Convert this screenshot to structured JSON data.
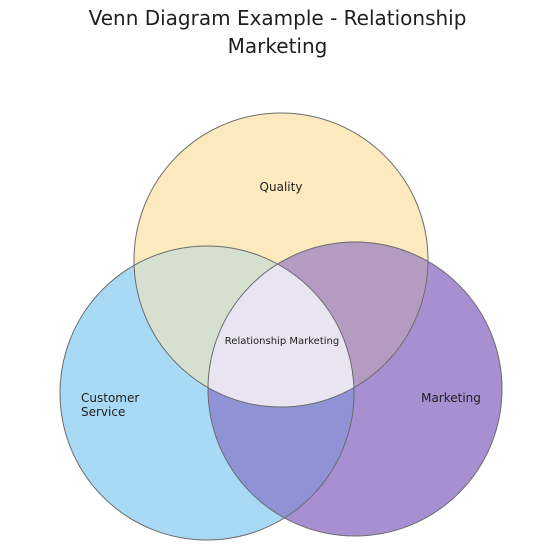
{
  "title": {
    "line1": "Venn Diagram Example - Relationship",
    "line2": "Marketing"
  },
  "sets": [
    {
      "key": "quality",
      "label": "Quality",
      "color": "#fde9be"
    },
    {
      "key": "customer_service",
      "label_line1": "Customer",
      "label_line2": "Service",
      "color": "#a9daf5"
    },
    {
      "key": "marketing",
      "label": "Marketing",
      "color": "#a88fd2"
    }
  ],
  "center_label": "Relationship Marketing",
  "region_colors": {
    "quality_customer": "#d6e0cf",
    "quality_marketing": "#b39bc1",
    "customer_marketing": "#8f93d6",
    "all_three": "#e9e4f1",
    "outline": "#6b6b6b"
  }
}
